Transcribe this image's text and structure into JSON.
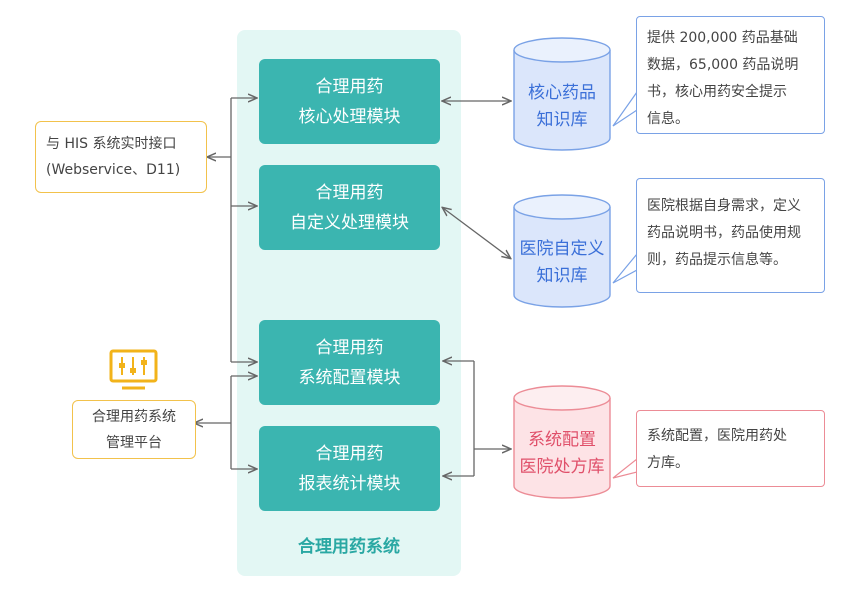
{
  "system": {
    "title": "合理用药系统",
    "modules": [
      {
        "line1": "合理用药",
        "line2": "核心处理模块"
      },
      {
        "line1": "合理用药",
        "line2": "自定义处理模块"
      },
      {
        "line1": "合理用药",
        "line2": "系统配置模块"
      },
      {
        "line1": "合理用药",
        "line2": "报表统计模块"
      }
    ]
  },
  "his_interface": {
    "line1": "与 HIS 系统实时接口",
    "line2": "(Webservice、D11)"
  },
  "management": {
    "line1": "合理用药系统",
    "line2": "管理平台",
    "icon": "control-panel-icon"
  },
  "databases": [
    {
      "line1": "核心药品",
      "line2": "知识库"
    },
    {
      "line1": "医院自定义",
      "line2": "知识库"
    },
    {
      "line1": "系统配置",
      "line2": "医院处方库"
    }
  ],
  "callouts": [
    {
      "lines": [
        "提供 200,000 药品基础",
        "数据，65,000 药品说明",
        "书，核心用药安全提示",
        "信息。"
      ]
    },
    {
      "lines": [
        "医院根据自身需求，定义",
        "药品说明书，药品使用规",
        "则，药品提示信息等。"
      ]
    },
    {
      "lines": [
        "系统配置，医院用药处",
        "方库。"
      ]
    }
  ],
  "colors": {
    "module": "#3bb5b0",
    "panel": "#e3f7f4",
    "accent_yellow": "#f2c24c",
    "db_blue": "#dbe6fb",
    "db_red": "#fde3e6"
  }
}
